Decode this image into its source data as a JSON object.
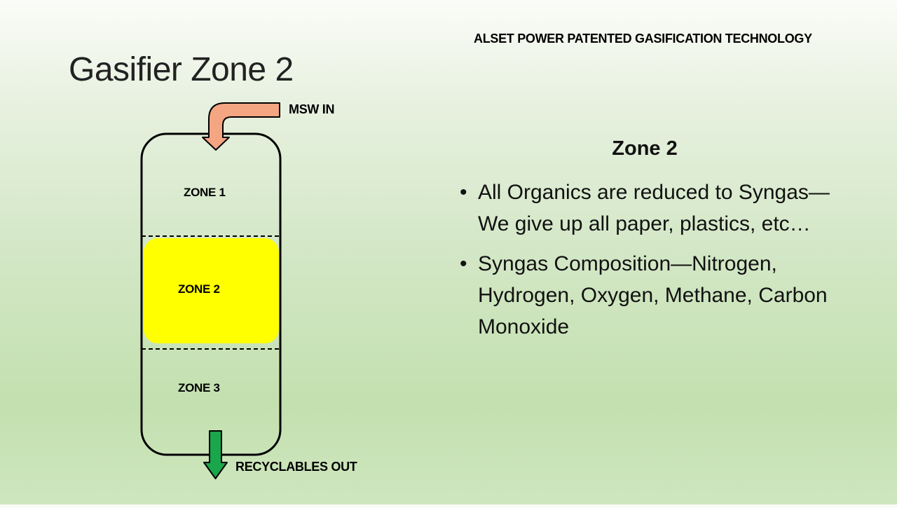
{
  "header": {
    "title": "ALSET POWER PATENTED GASIFICATION TECHNOLOGY"
  },
  "slide": {
    "title": "Gasifier Zone 2"
  },
  "diagram": {
    "input_label": "MSW IN",
    "output_label": "RECYCLABLES OUT",
    "zones": [
      {
        "label": "ZONE 1"
      },
      {
        "label": "ZONE 2"
      },
      {
        "label": "ZONE 3"
      }
    ],
    "colors": {
      "highlight_zone": "#ffff00",
      "input_arrow": "#f4a582",
      "output_arrow": "#1aa64a",
      "outline": "#000000"
    }
  },
  "content": {
    "heading": "Zone 2",
    "bullets": [
      {
        "text": "All Organics are reduced to Syngas—We give up all paper, plastics, etc…"
      },
      {
        "text": "Syngas Composition—Nitrogen, Hydrogen, Oxygen, Methane, Carbon Monoxide"
      }
    ],
    "bullet_glyph": "•"
  }
}
